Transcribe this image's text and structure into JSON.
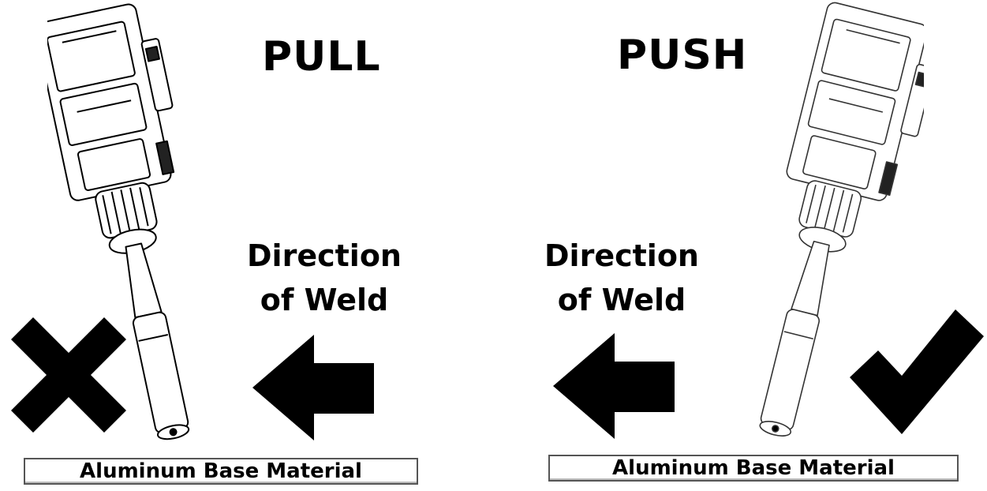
{
  "pull": {
    "title": "PULL",
    "direction_line1": "Direction",
    "direction_line2": "of Weld",
    "base_label": "Aluminum Base Material",
    "verdict_icon": "x-mark-icon",
    "arrow_icon": "arrow-left-icon"
  },
  "push": {
    "title": "PUSH",
    "direction_line1": "Direction",
    "direction_line2": "of Weld",
    "base_label": "Aluminum Base Material",
    "verdict_icon": "check-mark-icon",
    "arrow_icon": "arrow-left-icon"
  },
  "colors": {
    "ink": "#000000",
    "background": "#ffffff",
    "outline": "#555555"
  }
}
